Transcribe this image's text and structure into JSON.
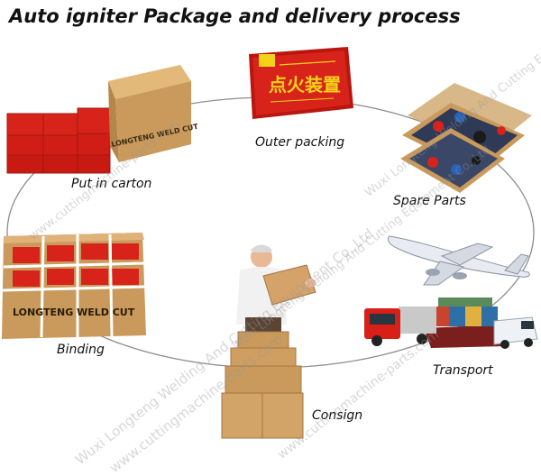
{
  "title": "Auto igniter Package and delivery process",
  "steps": {
    "outer_packing": "Outer packing",
    "spare_parts": "Spare Parts",
    "transport": "Transport",
    "consign": "Consign",
    "binding": "Binding",
    "put_in_carton": "Put in carton"
  },
  "product_text": {
    "box_chinese": "点火装置",
    "carton_brand": "LONGTENG WELD CUT"
  },
  "watermarks": {
    "company": "Wuxi Longteng Welding And Cutting Equipment Co.,Ltd",
    "website": "www.cuttingmachine-parts.com"
  },
  "colors": {
    "box_red": "#d8231a",
    "box_yellow": "#f5d21a",
    "cardboard": "#c99a5c",
    "flow_line": "#8c8c8c"
  }
}
